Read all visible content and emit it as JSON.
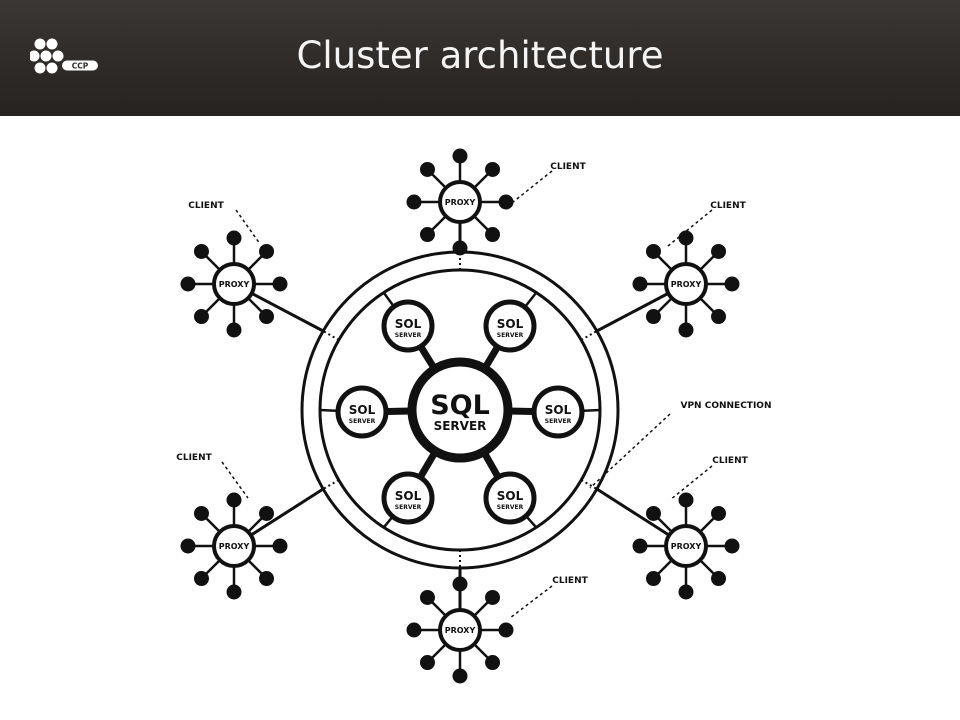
{
  "header": {
    "title": "Cluster architecture",
    "logo_text": "CCP"
  },
  "diagram": {
    "main_server": {
      "line1": "SQL",
      "line2": "SERVER"
    },
    "sub_server": {
      "line1": "SOL",
      "line2": "SERVER"
    },
    "proxy_label": "PROXY",
    "client_label": "CLIENT",
    "vpn_label": "VPN CONNECTION"
  },
  "colors": {
    "header_bg": "#2e2b29",
    "header_text": "#f4f4f4",
    "diagram_ink": "#111111"
  }
}
